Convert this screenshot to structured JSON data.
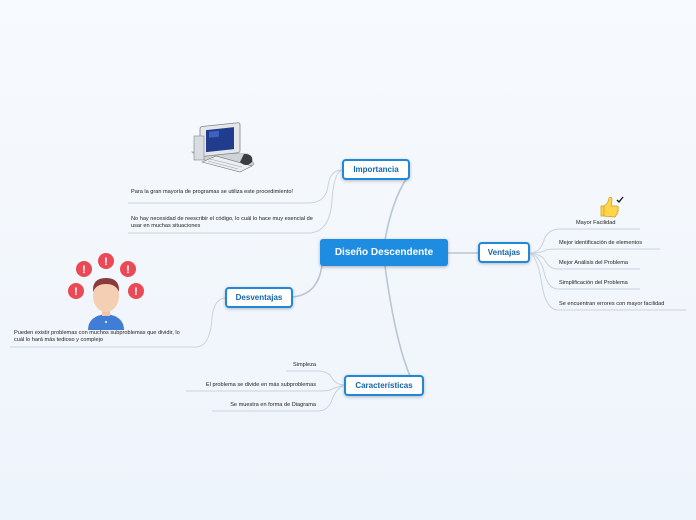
{
  "central": "Diseño Descendente",
  "importancia": {
    "title": "Importancia",
    "items": [
      "Para la gran mayoría de programas se utiliza este procedimiento!",
      "No hay necesidad de reescribir el código, lo cuál lo hace muy esencial de usar en muchas situaciones"
    ],
    "image": "computer-icon"
  },
  "ventajas": {
    "title": "Ventajas",
    "items": [
      "Mayor Facilidad",
      "Mejor identificación de elementos",
      "Mejor Análisis del Problema",
      "Simplificación del Problema",
      "Se encuentran errores con mayor facilidad"
    ],
    "image": "thumbs-up-icon"
  },
  "desventajas": {
    "title": "Desventajas",
    "items": [
      "Pueden existir problemas con muchos subproblemas que dividir, lo cuál lo hará más tedioso y complejo"
    ],
    "image": "confused-person-icon"
  },
  "caracteristicas": {
    "title": "Características",
    "items": [
      "Simpleza",
      "El problema se divide en más subproblemas",
      "Se muestra en forma de Diagrama"
    ]
  },
  "colors": {
    "accent": "#1e8ce0",
    "node_border": "#1f88d8",
    "connector": "#b9c6d5"
  }
}
